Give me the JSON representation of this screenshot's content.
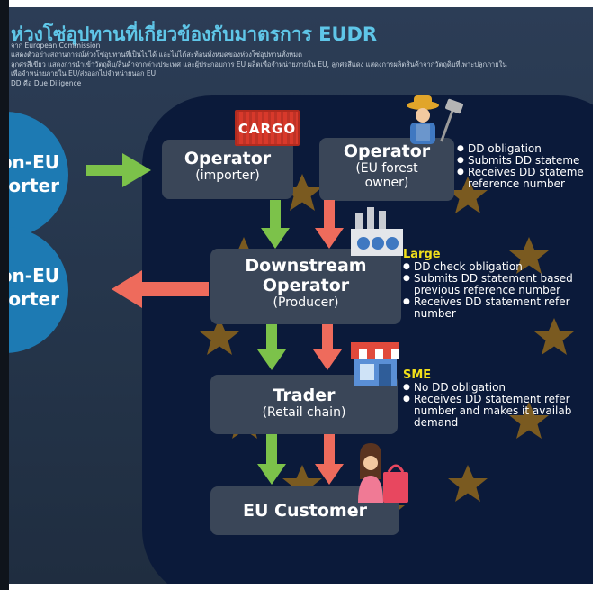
{
  "header": {
    "title": "ห่วงโซ่อุปทานที่เกี่ยวข้องกับมาตรการ EUDR",
    "notes": [
      "จาก European Commission",
      "แสดงตัวอย่างสถานการณ์ห่วงโซ่อุปทานที่เป็นไปได้ และไม่ได้สะท้อนทั้งหมดของห่วงโซ่อุปทานทั้งหมด",
      "ลูกศรสีเขียว แสดงการนำเข้าวัตถุดิบ/สินค้าจากต่างประเทศ และผู้ประกอบการ EU ผลิตเพื่อจำหน่ายภายใน EU, ลูกศรสีแดง แสดงการผลิตสินค้าจากวัตถุดิบที่เพาะปลูกภายใน",
      "เพื่อจำหน่ายภายใน EU/ส่งออกไปจำหน่ายนอก EU",
      "DD คือ Due Diligence"
    ]
  },
  "circles": {
    "top_line1": "on-EU",
    "top_line2": "porter",
    "bottom_line1": "on-EU",
    "bottom_line2": "porter"
  },
  "nodes": {
    "operator_importer": {
      "title": "Operator",
      "sub": "(importer)"
    },
    "operator_forest": {
      "title": "Operator",
      "sub1": "(EU forest",
      "sub2": "owner)"
    },
    "downstream": {
      "title1": "Downstream",
      "title2": "Operator",
      "sub": "(Producer)"
    },
    "trader": {
      "title": "Trader",
      "sub": "(Retail chain)"
    },
    "customer": {
      "title": "EU Customer"
    }
  },
  "icons": {
    "cargo_label": "CARGO"
  },
  "info": {
    "operator": {
      "lines": [
        "DD obligation",
        "Submits DD stateme",
        "Receives DD stateme",
        "reference number"
      ]
    },
    "large": {
      "tag": "Large",
      "lines": [
        "DD check obligation",
        "Submits DD statement based",
        "previous reference number",
        "Receives DD statement refer",
        "number"
      ]
    },
    "sme": {
      "tag": "SME",
      "lines": [
        "No DD obligation",
        "Receives DD statement refer",
        "number and makes it availab",
        "demand"
      ]
    }
  },
  "colors": {
    "green_arrow": "#7cc24a",
    "red_arrow": "#ee6b5c",
    "star": "#7a5a20",
    "panel": "#0b1a3a",
    "node": "#3a4658",
    "circle": "#1d7ab3",
    "title": "#5fc6e8",
    "tag": "#f2e01a"
  }
}
